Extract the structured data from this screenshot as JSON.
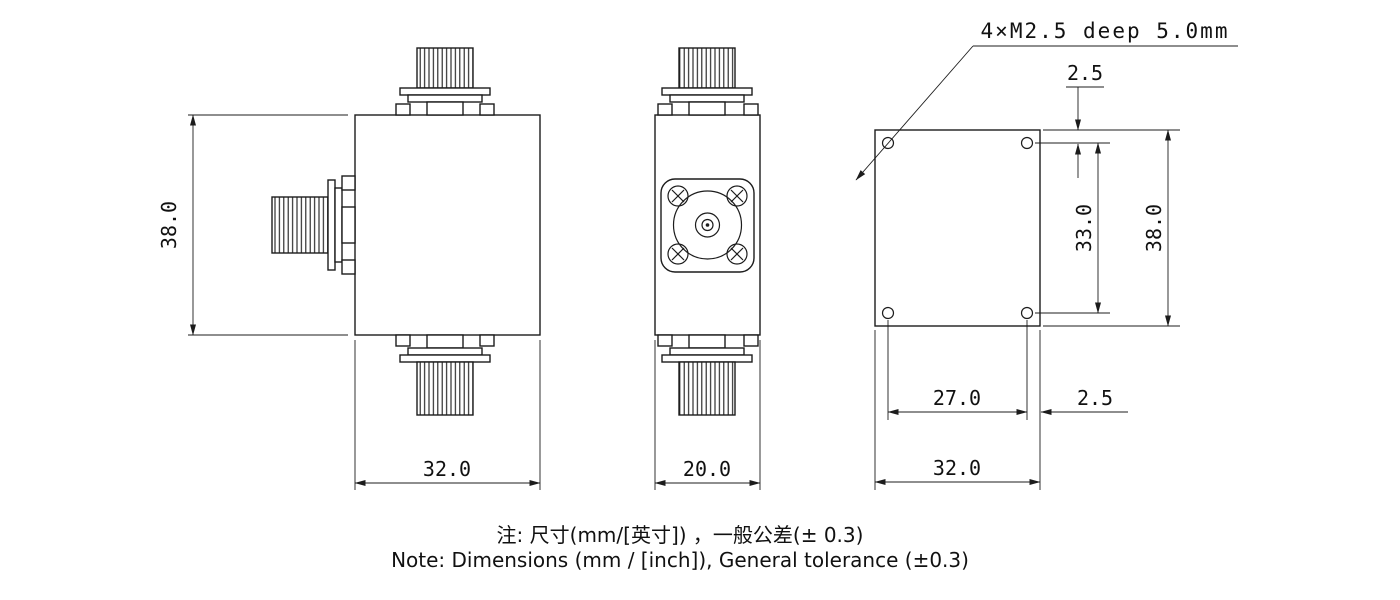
{
  "callout": {
    "thread_spec": "4×M2.5 deep 5.0mm"
  },
  "dims": {
    "front_height": "38.0",
    "front_width": "32.0",
    "side_width": "20.0",
    "hole_edge_top": "2.5",
    "hole_pitch_vertical": "33.0",
    "plate_height": "38.0",
    "hole_pitch_horizontal": "27.0",
    "hole_edge_right": "2.5",
    "plate_width": "32.0"
  },
  "notes": {
    "zh": "注: 尺寸(mm/[英寸]) ，一般公差(± 0.3)",
    "en": "Note: Dimensions (mm / [inch]), General tolerance (±0.3)"
  }
}
